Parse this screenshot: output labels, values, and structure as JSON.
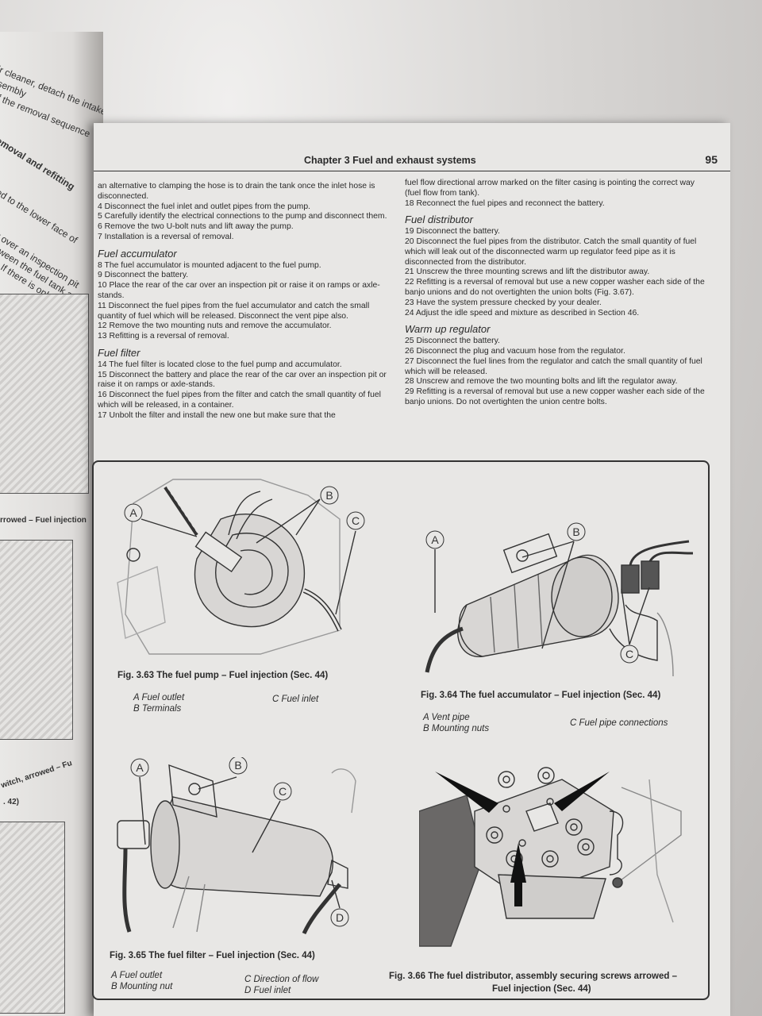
{
  "left_page_fragments": [
    "ir cleaner, detach the intake",
    "sembly",
    "f the removal sequence",
    "emoval and refitting",
    "ed to the lower face of",
    "r over an inspection pit",
    "tween the fuel tank and",
    ". If there is only very",
    "rrowed – Fuel injection",
    "witch, arrowed – Fu",
    ". 42)"
  ],
  "header": {
    "chapter": "Chapter 3  Fuel and exhaust systems",
    "page_number": "95"
  },
  "left_column": {
    "paragraphs_top": [
      "an alternative to clamping the hose is to drain the tank once the inlet hose is disconnected.",
      "4    Disconnect the fuel inlet and outlet pipes from the pump.",
      "5    Carefully identify the electrical connections to the pump and disconnect them.",
      "6    Remove the two U-bolt nuts and lift away the pump.",
      "7    Installation is a reversal of removal."
    ],
    "heading_accumulator": "Fuel accumulator",
    "paragraphs_accumulator": [
      "8    The fuel accumulator is mounted adjacent to the fuel pump.",
      "9    Disconnect the battery.",
      "10  Place the rear of the car over an inspection pit or raise it on ramps or axle-stands.",
      "11  Disconnect the fuel pipes from the fuel accumulator and catch the small quantity of fuel which will be released. Disconnect the vent pipe also.",
      "12  Remove the two mounting nuts and remove the accumulator.",
      "13  Refitting is a reversal of removal."
    ],
    "heading_filter": "Fuel filter",
    "paragraphs_filter": [
      "14  The fuel filter is located close to the fuel pump and accumulator.",
      "15  Disconnect the battery and place the rear of the car over an inspection pit or raise it on ramps or axle-stands.",
      "16  Disconnect the fuel pipes from the filter and catch the small quantity of fuel which will be released, in a container.",
      "17  Unbolt the filter and install the new one but make sure that the"
    ]
  },
  "right_column": {
    "paragraphs_top": [
      "fuel flow directional arrow marked on the filter casing is pointing the correct way (fuel flow from tank).",
      "18  Reconnect the fuel pipes and reconnect the battery."
    ],
    "heading_distributor": "Fuel distributor",
    "paragraphs_distributor": [
      "19  Disconnect the battery.",
      "20  Disconnect the fuel pipes from the distributor. Catch the small quantity of fuel which will leak out of the disconnected warm up regulator feed pipe as it is disconnected from the distributor.",
      "21  Unscrew the three mounting screws and lift the distributor away.",
      "22  Refitting is a reversal of removal but use a new copper washer each side of the banjo unions and do not overtighten the union bolts (Fig. 3.67).",
      "23  Have the system pressure checked by your dealer.",
      "24  Adjust the idle speed and mixture as described in Section 46."
    ],
    "heading_regulator": "Warm up regulator",
    "paragraphs_regulator": [
      "25  Disconnect the battery.",
      "26  Disconnect the plug and vacuum hose from the regulator.",
      "27  Disconnect the fuel lines from the regulator and catch the small quantity of fuel which will be released.",
      "28  Unscrew and remove the two mounting bolts and lift the regulator away.",
      "29  Refitting is a reversal of removal but use a new copper washer each side of the banjo unions. Do not overtighten the union centre bolts."
    ]
  },
  "figures": {
    "fig363": {
      "caption": "Fig. 3.63 The fuel pump – Fuel injection (Sec. 44)",
      "labels": [
        "A",
        "B",
        "C"
      ],
      "legend": [
        "A  Fuel outlet",
        "B  Terminals",
        "C  Fuel inlet"
      ]
    },
    "fig364": {
      "caption": "Fig. 3.64 The fuel accumulator – Fuel injection (Sec. 44)",
      "labels": [
        "A",
        "B",
        "C"
      ],
      "legend": [
        "A  Vent pipe",
        "B  Mounting nuts",
        "C  Fuel pipe connections"
      ]
    },
    "fig365": {
      "caption": "Fig. 3.65 The fuel filter – Fuel injection (Sec. 44)",
      "labels": [
        "A",
        "B",
        "C",
        "D"
      ],
      "legend": [
        "A  Fuel outlet",
        "B  Mounting nut",
        "C  Direction of flow",
        "D  Fuel inlet"
      ]
    },
    "fig366": {
      "caption_line1": "Fig. 3.66 The fuel distributor, assembly securing screws arrowed –",
      "caption_line2": "Fuel injection (Sec. 44)"
    }
  }
}
